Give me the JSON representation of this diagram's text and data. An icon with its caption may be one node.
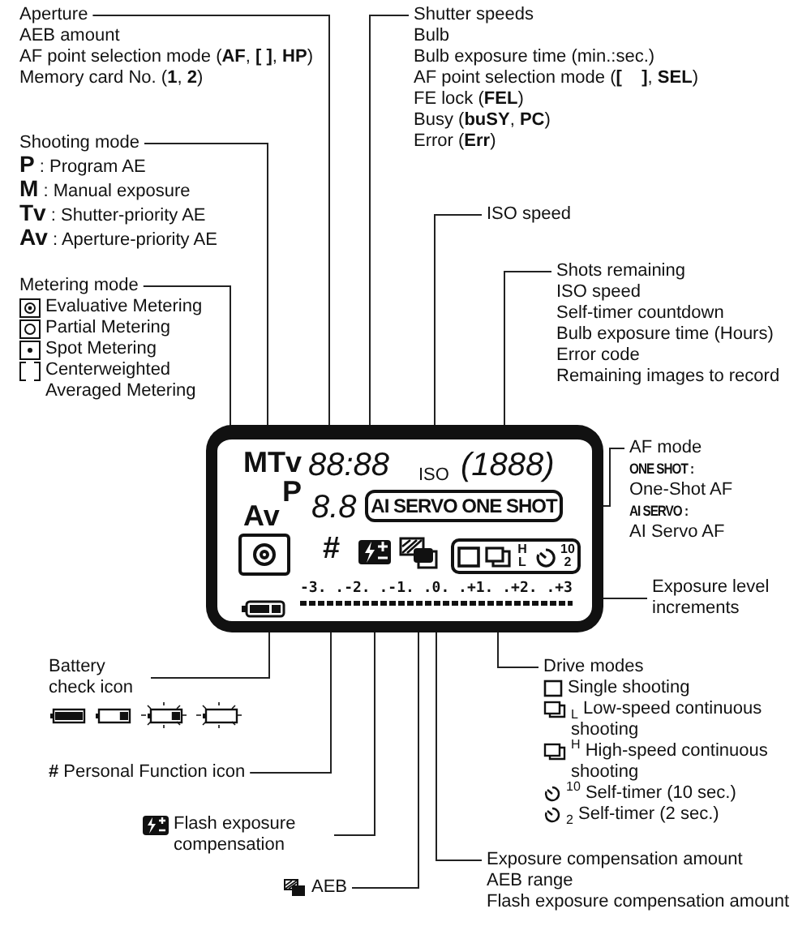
{
  "diagram": {
    "nodes": [
      {
        "text": [
          "Aperture",
          "AEB amount",
          "AF point selection mode (**AF**, **[ ]**, **HP**)",
          "Memory card No. (**1**, **2**)"
        ]
      },
      {
        "text": [
          "Shutter speeds",
          "Bulb",
          "Bulb exposure time (min.:sec.)",
          "AF point selection mode (**[    ]**, **SEL**)",
          "FE lock (**FEL**)",
          "Busy (**buSY**, **PC**)",
          "Error (**Err**)"
        ]
      },
      {
        "text": [
          "Shooting mode",
          "**P** : Program AE",
          "**M** : Manual exposure",
          "**Tv** : Shutter-priority AE",
          "**Av** : Aperture-priority AE"
        ]
      },
      {
        "text": [
          "ISO speed"
        ]
      },
      {
        "text": [
          "Metering mode",
          "Evaluative Metering",
          "Partial Metering",
          "Spot Metering",
          "Centerweighted Averaged Metering"
        ]
      },
      {
        "text": [
          "Shots remaining",
          "ISO speed",
          "Self-timer countdown",
          "Bulb exposure time (Hours)",
          "Error code",
          "Remaining images to record"
        ]
      },
      {
        "text": [
          "AF mode",
          "ONE SHOT :",
          "One-Shot AF",
          "AI SERVO :",
          "AI Servo AF"
        ]
      },
      {
        "text": [],
        "shape": "box"
      },
      {
        "text": [
          "MTv"
        ],
        "in": 7
      },
      {
        "text": [
          "88:88"
        ],
        "in": 7
      },
      {
        "text": [
          "ISO"
        ],
        "in": 7
      },
      {
        "text": [
          "(1888)"
        ],
        "in": 7
      },
      {
        "text": [
          "P"
        ],
        "in": 7
      },
      {
        "text": [
          "8.8"
        ],
        "in": 7
      },
      {
        "text": [
          "AI SERVO ONE SHOT"
        ],
        "in": 7
      },
      {
        "text": [
          "Av"
        ],
        "in": 7
      },
      {
        "text": [],
        "shape": "box",
        "in": 7
      },
      {
        "text": [
          "#"
        ],
        "in": 7
      },
      {
        "text": [],
        "shape": "box",
        "in": 7
      },
      {
        "text": [],
        "shape": "box",
        "in": 7
      },
      {
        "text": [
          "H L",
          "10 2"
        ],
        "in": 7
      },
      {
        "text": [
          "-3. .-2. .-1. .0. .+1. .+2. .+3"
        ],
        "in": 7
      },
      {
        "text": [],
        "shape": "box",
        "in": 7
      },
      {
        "text": [
          "Exposure level increments"
        ]
      },
      {
        "text": [
          "Battery check icon"
        ]
      },
      {
        "text": [
          "Drive modes",
          "Single shooting",
          "$_{L}$ Low-speed continuous shooting",
          "$^{H}$ High-speed continuous shooting",
          "$^{10}$ Self-timer (10 sec.)",
          "$_{2}$ Self-timer (2 sec.)"
        ]
      },
      {
        "text": [
          "**#** Personal Function icon"
        ]
      },
      {
        "text": [
          "Flash exposure compensation"
        ]
      },
      {
        "text": [
          "Exposure compensation amount",
          "AEB range",
          "Flash exposure compensation amount"
        ]
      },
      {
        "text": [
          "AEB"
        ]
      }
    ],
    "edges": [
      {
        "from": 0,
        "to": 13,
        "arrow": "none"
      },
      {
        "from": 1,
        "to": 9,
        "arrow": "none"
      },
      {
        "from": 2,
        "to": 8,
        "arrow": "none"
      },
      {
        "from": 3,
        "to": 10,
        "arrow": "none"
      },
      {
        "from": 4,
        "to": 16,
        "arrow": "none"
      },
      {
        "from": 5,
        "to": 11,
        "arrow": "none"
      },
      {
        "from": 6,
        "to": 14,
        "arrow": "none"
      },
      {
        "from": 23,
        "to": 21,
        "arrow": "none"
      },
      {
        "from": 24,
        "to": 22,
        "arrow": "none"
      },
      {
        "from": 25,
        "to": 20,
        "arrow": "none"
      },
      {
        "from": 26,
        "to": 17,
        "arrow": "none"
      },
      {
        "from": 27,
        "to": 18,
        "arrow": "none"
      },
      {
        "from": 28,
        "to": 21,
        "arrow": "none"
      },
      {
        "from": 29,
        "to": 19,
        "arrow": "none"
      }
    ]
  }
}
